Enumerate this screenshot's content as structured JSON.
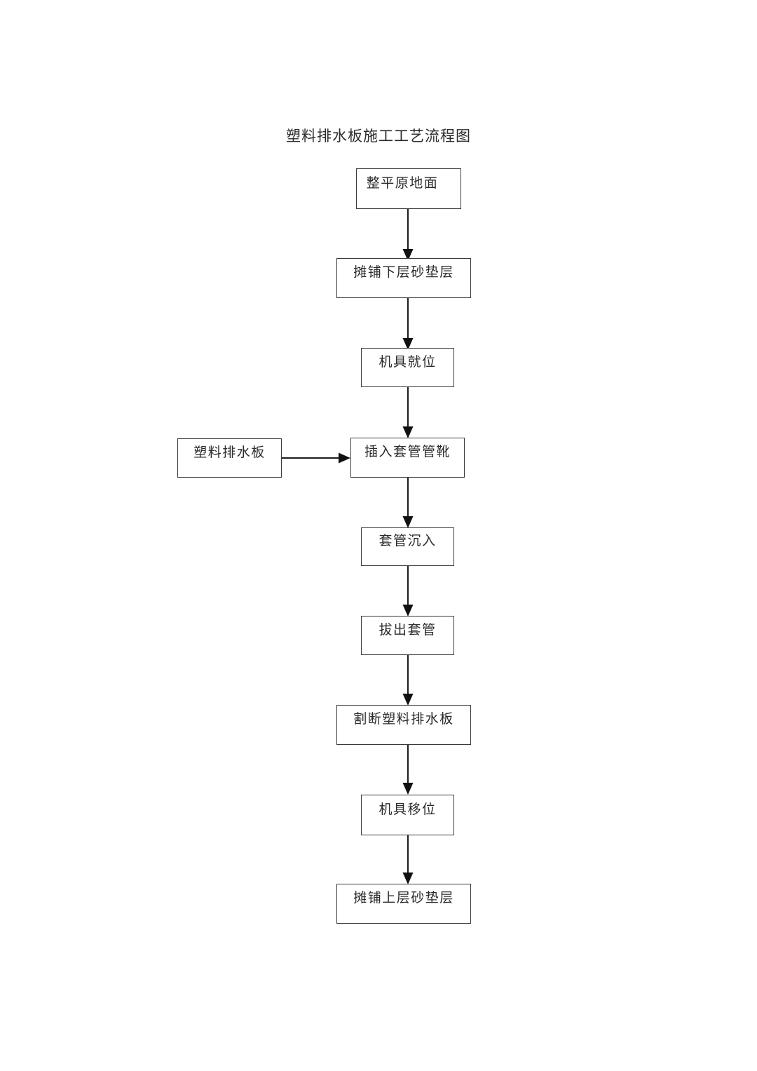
{
  "document": {
    "title": "塑料排水板施工工艺流程图",
    "background_color": "#ffffff",
    "line_color": "#1c1c1c",
    "border_color": "#3a3a3a",
    "text_color": "#2b2b2b"
  },
  "flowchart": {
    "type": "flowchart",
    "orientation": "top-to-bottom",
    "nodes": [
      {
        "id": "n1",
        "label": "整平原地面",
        "shape": "rectangle"
      },
      {
        "id": "n2",
        "label": "摊铺下层砂垫层",
        "shape": "rectangle"
      },
      {
        "id": "n3",
        "label": "机具就位",
        "shape": "rectangle"
      },
      {
        "id": "n4",
        "label": "插入套管管靴",
        "shape": "rectangle"
      },
      {
        "id": "n5",
        "label": "套管沉入",
        "shape": "rectangle"
      },
      {
        "id": "n6",
        "label": "拔出套管",
        "shape": "rectangle"
      },
      {
        "id": "n7",
        "label": "割断塑料排水板",
        "shape": "rectangle"
      },
      {
        "id": "n8",
        "label": "机具移位",
        "shape": "rectangle"
      },
      {
        "id": "n9",
        "label": "摊铺上层砂垫层",
        "shape": "rectangle"
      },
      {
        "id": "s1",
        "label": "塑料排水板",
        "shape": "rectangle"
      }
    ],
    "edges": [
      {
        "from": "n1",
        "to": "n2",
        "direction": "down"
      },
      {
        "from": "n2",
        "to": "n3",
        "direction": "down"
      },
      {
        "from": "n3",
        "to": "n4",
        "direction": "down"
      },
      {
        "from": "s1",
        "to": "n4",
        "direction": "right"
      },
      {
        "from": "n4",
        "to": "n5",
        "direction": "down"
      },
      {
        "from": "n5",
        "to": "n6",
        "direction": "down"
      },
      {
        "from": "n6",
        "to": "n7",
        "direction": "down"
      },
      {
        "from": "n7",
        "to": "n8",
        "direction": "down"
      },
      {
        "from": "n8",
        "to": "n9",
        "direction": "down"
      }
    ]
  }
}
